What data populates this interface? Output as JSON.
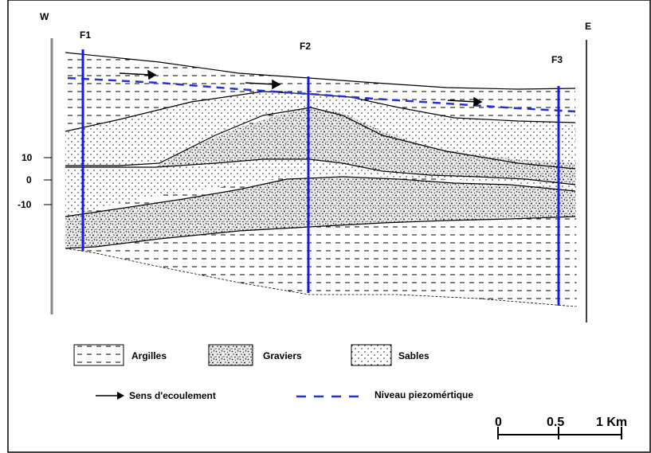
{
  "orientation": {
    "west": "W",
    "east": "E"
  },
  "wells": [
    {
      "label": "F1"
    },
    {
      "label": "F2"
    },
    {
      "label": "F3"
    }
  ],
  "depth_ticks": [
    "10",
    "0",
    "-10"
  ],
  "legend": {
    "argilles": "Argilles",
    "graviers": "Graviers",
    "sables": "Sables",
    "flow": "Sens d'ecoulement",
    "piezo": "Niveau piezomértique"
  },
  "scale": {
    "t0": "0",
    "t1": "0.5",
    "t2": "1 Km"
  },
  "colors": {
    "well": "#1a1ae6",
    "piezo": "#2233dd",
    "ink": "#000000"
  }
}
